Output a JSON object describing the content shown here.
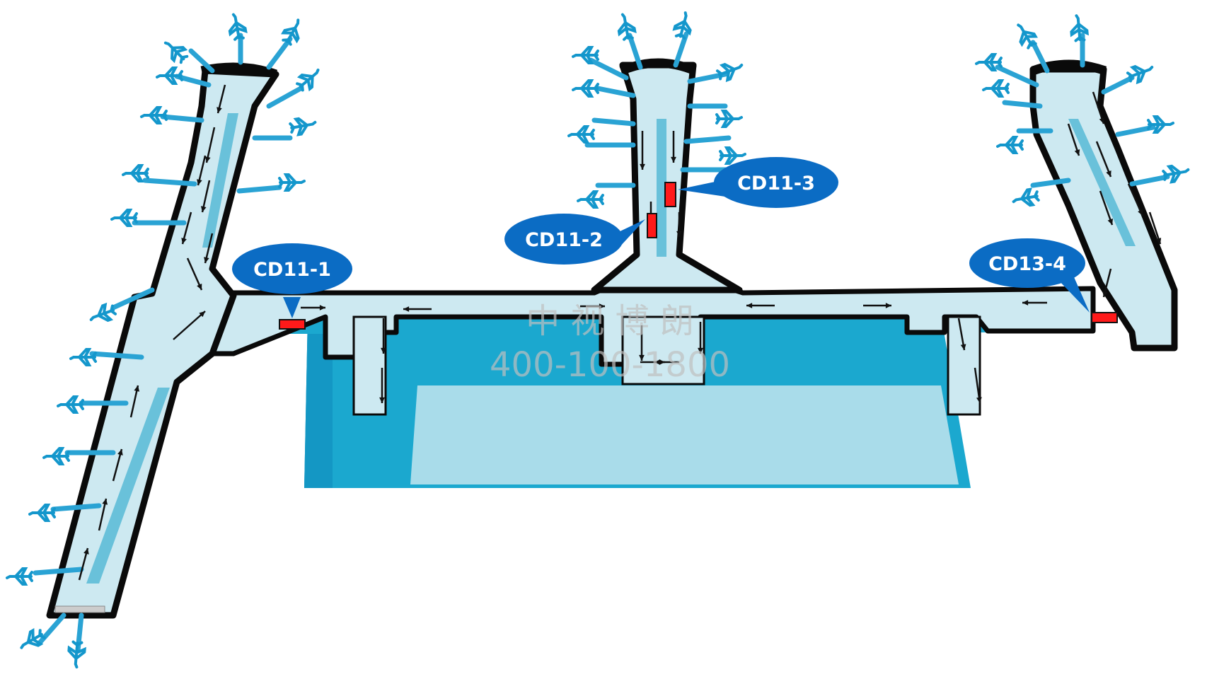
{
  "map": {
    "colors": {
      "outline": "#0a0a0a",
      "corridor": "#cde9f1",
      "teal": "#1ba8cf",
      "light_floor": "#a8dcea",
      "stripe": "#69c1da",
      "jet_bridge": "#2aa3d4",
      "aircraft": "#1497cc",
      "ad_marker": "#ff1a1a",
      "callout": "#0b6cc4",
      "watermark": "#bfbfbf"
    },
    "ad_spots": [
      {
        "id": "CD11-1"
      },
      {
        "id": "CD11-2"
      },
      {
        "id": "CD11-3"
      },
      {
        "id": "CD13-4"
      }
    ],
    "watermark": {
      "line1": "中 视 博 朗",
      "line2": "400-100-1800"
    },
    "icons": [
      "airplane-icon",
      "jet-bridge-icon",
      "flow-arrow-icon"
    ]
  }
}
